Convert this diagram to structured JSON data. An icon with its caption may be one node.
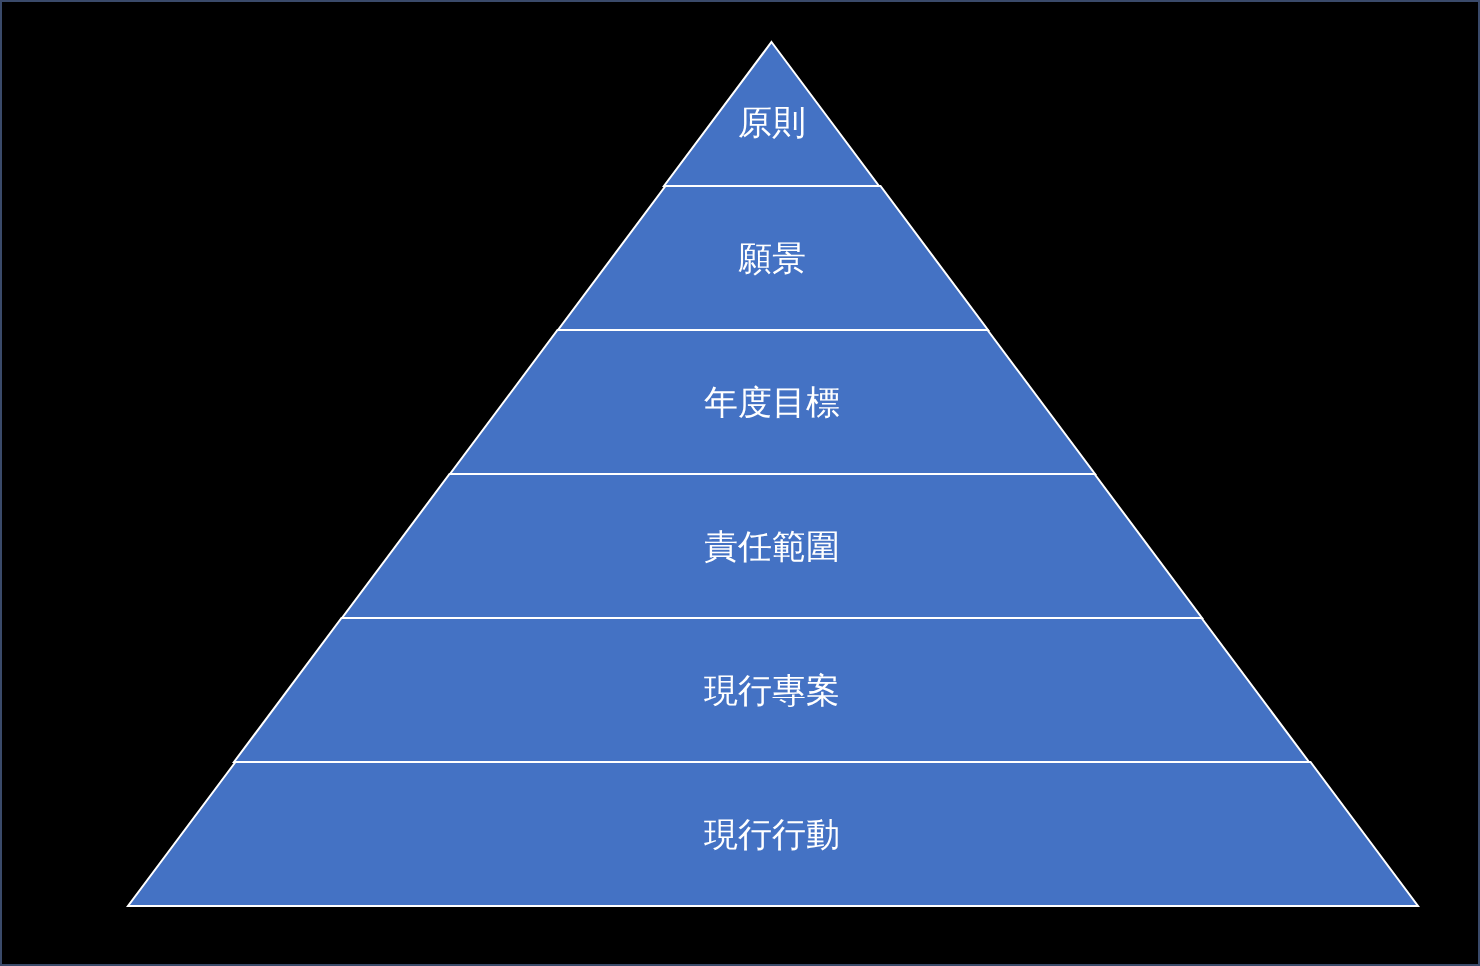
{
  "diagram": {
    "nodes": [
      {
        "text": [
          "原則"
        ]
      },
      {
        "text": [
          "願景"
        ]
      },
      {
        "text": [
          "年度目標"
        ]
      },
      {
        "text": [
          "責任範圍"
        ]
      },
      {
        "text": [
          "現行專案"
        ]
      },
      {
        "text": [
          "現行行動"
        ]
      }
    ]
  }
}
